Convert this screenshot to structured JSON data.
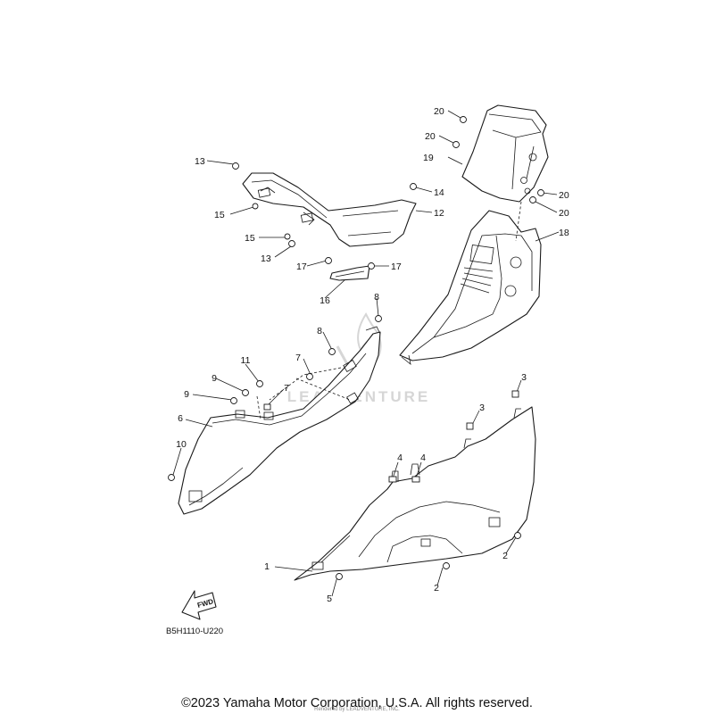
{
  "watermark": "LEADVENTURE",
  "diagram_code": "B5H1110-U220",
  "fwd_label": "FWD",
  "copyright": "©2023 Yamaha Motor Corporation, U.S.A. All rights reserved.",
  "rendered_by": "Rendered by LEADVENTURE, INC.",
  "callouts": {
    "c1": "1",
    "c2a": "2",
    "c2b": "2",
    "c3a": "3",
    "c3b": "3",
    "c4a": "4",
    "c4b": "4",
    "c5": "5",
    "c6": "6",
    "c7a": "7",
    "c7b": "7",
    "c8a": "8",
    "c8b": "8",
    "c9a": "9",
    "c9b": "9",
    "c10": "10",
    "c11": "11",
    "c12": "12",
    "c13a": "13",
    "c13b": "13",
    "c14": "14",
    "c15a": "15",
    "c15b": "15",
    "c16": "16",
    "c17a": "17",
    "c17b": "17",
    "c18": "18",
    "c19": "19",
    "c20a": "20",
    "c20b": "20",
    "c20c": "20",
    "c20d": "20"
  }
}
